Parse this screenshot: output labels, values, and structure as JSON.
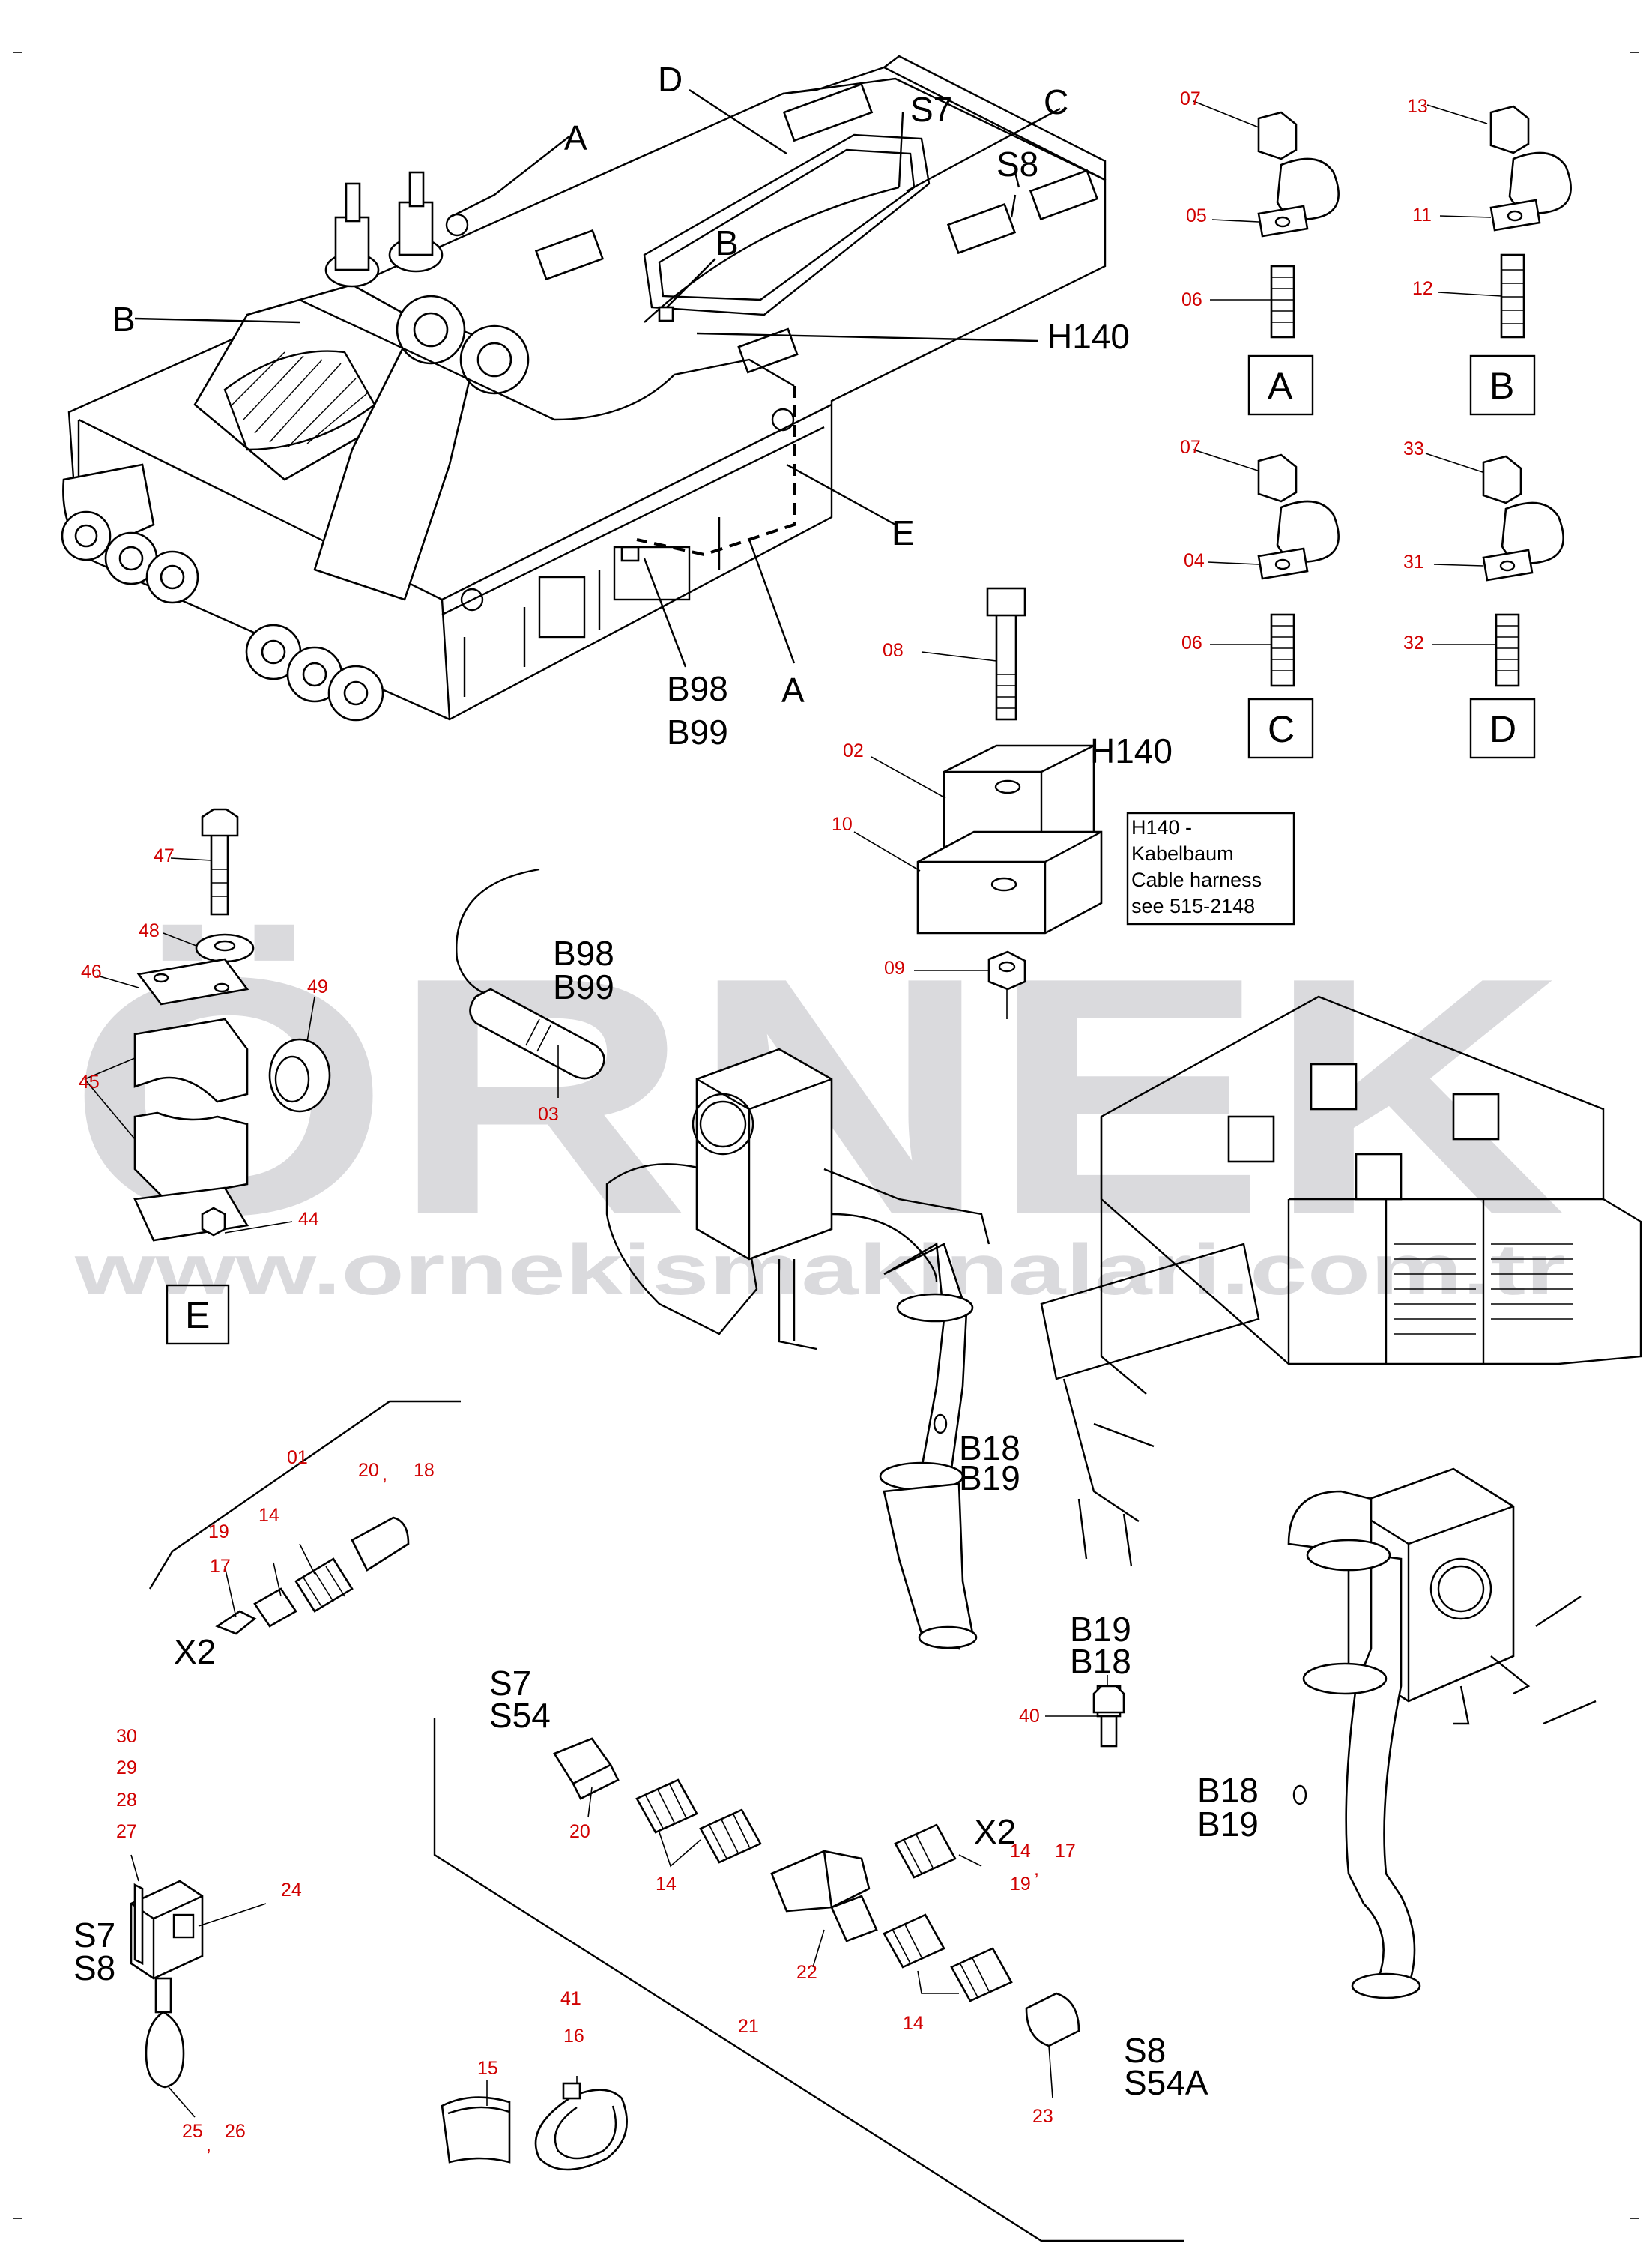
{
  "watermark": {
    "main": "ÖRNEK",
    "url": "www.ornekismakinalari.com.tr"
  },
  "frame_assembly": {
    "callouts": [
      "A",
      "D",
      "S7",
      "C",
      "S8",
      "B",
      "B",
      "H140",
      "E",
      "A"
    ],
    "sensor_labels": [
      "B98",
      "B99"
    ]
  },
  "clamp_details": [
    {
      "letter": "A",
      "nut": "07",
      "clamp": "05",
      "spacer": "06"
    },
    {
      "letter": "B",
      "nut": "13",
      "clamp": "11",
      "spacer": "12"
    },
    {
      "letter": "C",
      "nut": "07",
      "clamp": "04",
      "spacer": "06"
    },
    {
      "letter": "D",
      "nut": "33",
      "clamp": "31",
      "spacer": "32"
    }
  ],
  "h140_mount": {
    "title": "H140",
    "parts": [
      "08",
      "02",
      "10",
      "09"
    ],
    "note": [
      "H140 -",
      "Kabelbaum",
      "Cable harness",
      "see 515-2148"
    ]
  },
  "clamp_e": {
    "letter": "E",
    "parts": [
      "47",
      "48",
      "46",
      "49",
      "45",
      "44"
    ]
  },
  "sensor_b98": {
    "labels": [
      "B98",
      "B99"
    ],
    "part": "03"
  },
  "pipe_sensors": {
    "top_labels": [
      "B18",
      "B19"
    ],
    "switch_labels": [
      "B19",
      "B18"
    ],
    "switch_part": "40",
    "right_labels": [
      "B18",
      "B19"
    ]
  },
  "connector_x2": {
    "parts": [
      "01",
      "20",
      ",",
      "18",
      "19",
      "14",
      "17"
    ],
    "label": "X2"
  },
  "harness_s7": {
    "top_labels": [
      "S7",
      "S54"
    ],
    "x2_label": "X2",
    "parts": [
      "20",
      "14",
      "22",
      "14",
      "17",
      "19",
      ",",
      "14",
      "23",
      "21"
    ],
    "end_labels": [
      "S8",
      "S54A"
    ]
  },
  "switch_s7": {
    "parts": [
      "30",
      "29",
      "28",
      "27",
      "24",
      "25",
      ",",
      "26"
    ],
    "labels": [
      "S7",
      "S8"
    ]
  },
  "tie_parts": [
    "41",
    "16",
    "15"
  ]
}
